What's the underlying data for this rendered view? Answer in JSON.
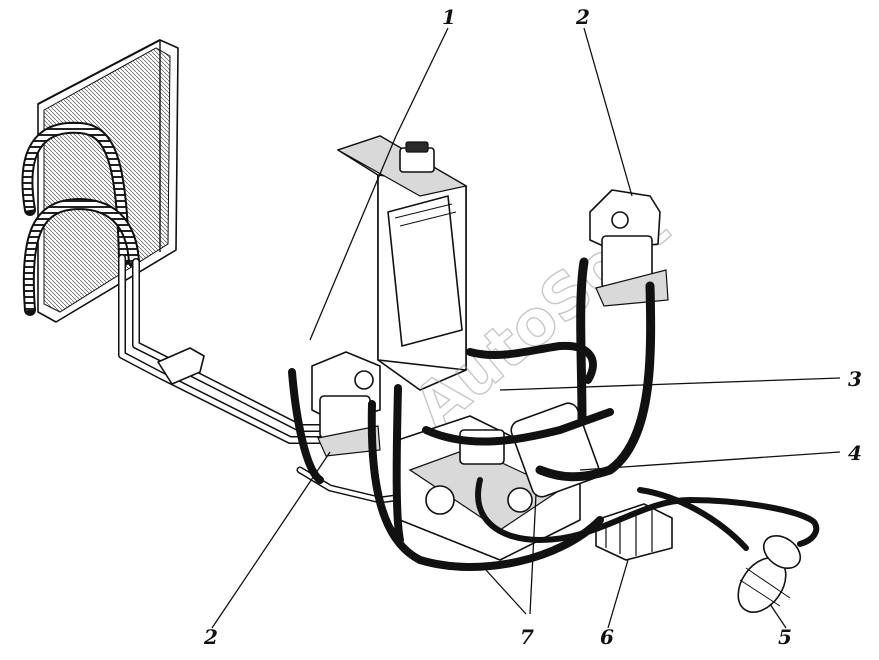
{
  "watermark": "AutoSoft",
  "callouts": [
    {
      "id": "1",
      "label": "1"
    },
    {
      "id": "2-top",
      "label": "2"
    },
    {
      "id": "3",
      "label": "3"
    },
    {
      "id": "4",
      "label": "4"
    },
    {
      "id": "2-bottom",
      "label": "2"
    },
    {
      "id": "7",
      "label": "7"
    },
    {
      "id": "6",
      "label": "6"
    },
    {
      "id": "5",
      "label": "5"
    }
  ]
}
